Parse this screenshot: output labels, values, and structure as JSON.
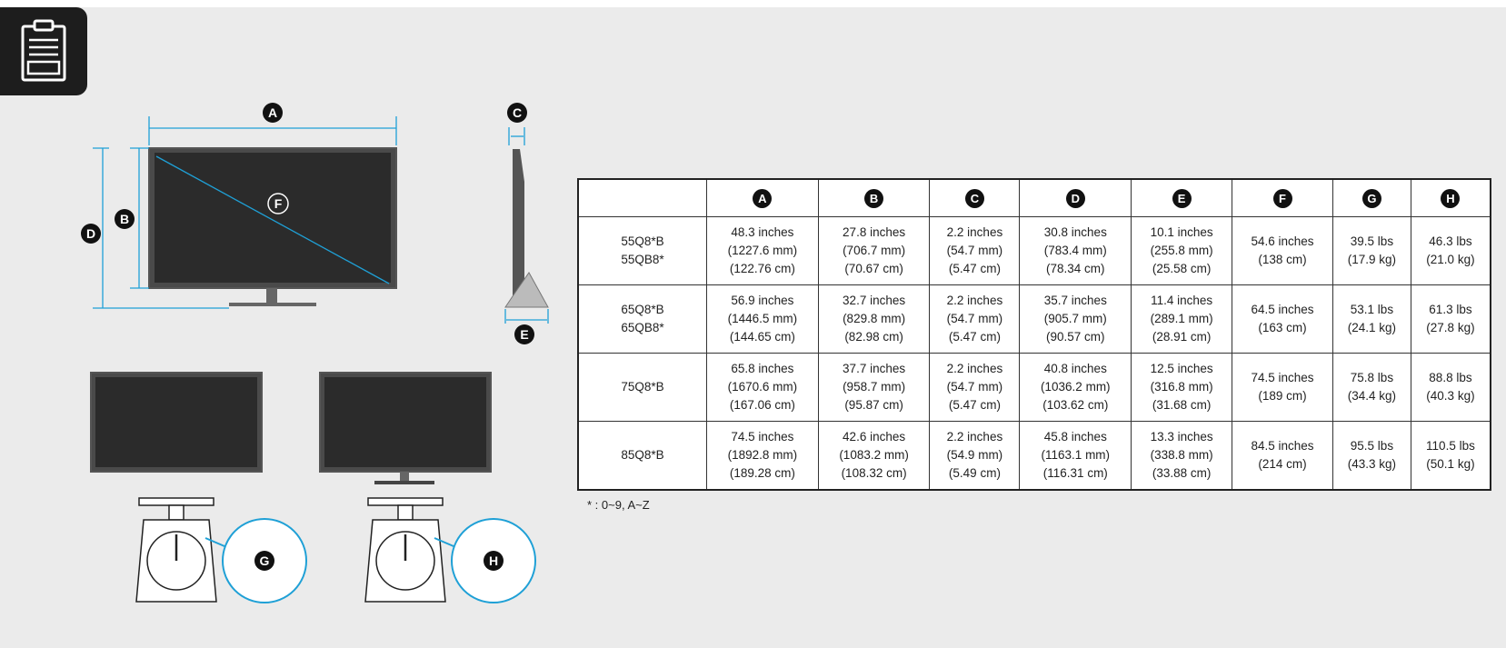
{
  "diagram_labels": {
    "a": "A",
    "b": "B",
    "c": "C",
    "d": "D",
    "e": "E",
    "f": "F",
    "g": "G",
    "h": "H"
  },
  "colors": {
    "dimension_line": "#1fa0d6",
    "badge_bg": "#1d1d1d",
    "panel_bg": "#ebebeb"
  },
  "icons": {
    "badge": "clipboard-icon"
  },
  "table": {
    "headers": [
      "A",
      "B",
      "C",
      "D",
      "E",
      "F",
      "G",
      "H"
    ],
    "rows": [
      {
        "model": [
          "55Q8*B",
          "55QB8*"
        ],
        "cells": [
          [
            "48.3 inches",
            "(1227.6 mm)",
            "(122.76 cm)"
          ],
          [
            "27.8 inches",
            "(706.7 mm)",
            "(70.67 cm)"
          ],
          [
            "2.2 inches",
            "(54.7 mm)",
            "(5.47 cm)"
          ],
          [
            "30.8 inches",
            "(783.4 mm)",
            "(78.34 cm)"
          ],
          [
            "10.1 inches",
            "(255.8 mm)",
            "(25.58 cm)"
          ],
          [
            "54.6 inches",
            "(138 cm)"
          ],
          [
            "39.5 lbs",
            "(17.9 kg)"
          ],
          [
            "46.3 lbs",
            "(21.0 kg)"
          ]
        ]
      },
      {
        "model": [
          "65Q8*B",
          "65QB8*"
        ],
        "cells": [
          [
            "56.9 inches",
            "(1446.5 mm)",
            "(144.65 cm)"
          ],
          [
            "32.7 inches",
            "(829.8 mm)",
            "(82.98 cm)"
          ],
          [
            "2.2 inches",
            "(54.7 mm)",
            "(5.47 cm)"
          ],
          [
            "35.7 inches",
            "(905.7 mm)",
            "(90.57 cm)"
          ],
          [
            "11.4 inches",
            "(289.1 mm)",
            "(28.91 cm)"
          ],
          [
            "64.5 inches",
            "(163 cm)"
          ],
          [
            "53.1 lbs",
            "(24.1 kg)"
          ],
          [
            "61.3 lbs",
            "(27.8 kg)"
          ]
        ]
      },
      {
        "model": [
          "75Q8*B"
        ],
        "cells": [
          [
            "65.8 inches",
            "(1670.6 mm)",
            "(167.06 cm)"
          ],
          [
            "37.7 inches",
            "(958.7 mm)",
            "(95.87 cm)"
          ],
          [
            "2.2 inches",
            "(54.7 mm)",
            "(5.47 cm)"
          ],
          [
            "40.8 inches",
            "(1036.2 mm)",
            "(103.62 cm)"
          ],
          [
            "12.5 inches",
            "(316.8 mm)",
            "(31.68 cm)"
          ],
          [
            "74.5 inches",
            "(189 cm)"
          ],
          [
            "75.8 lbs",
            "(34.4 kg)"
          ],
          [
            "88.8 lbs",
            "(40.3 kg)"
          ]
        ]
      },
      {
        "model": [
          "85Q8*B"
        ],
        "cells": [
          [
            "74.5 inches",
            "(1892.8 mm)",
            "(189.28 cm)"
          ],
          [
            "42.6 inches",
            "(1083.2 mm)",
            "(108.32 cm)"
          ],
          [
            "2.2 inches",
            "(54.9 mm)",
            "(5.49 cm)"
          ],
          [
            "45.8 inches",
            "(1163.1 mm)",
            "(116.31 cm)"
          ],
          [
            "13.3 inches",
            "(338.8 mm)",
            "(33.88 cm)"
          ],
          [
            "84.5 inches",
            "(214 cm)"
          ],
          [
            "95.5 lbs",
            "(43.3 kg)"
          ],
          [
            "110.5 lbs",
            "(50.1 kg)"
          ]
        ]
      }
    ]
  },
  "footnote": "* : 0~9, A~Z"
}
